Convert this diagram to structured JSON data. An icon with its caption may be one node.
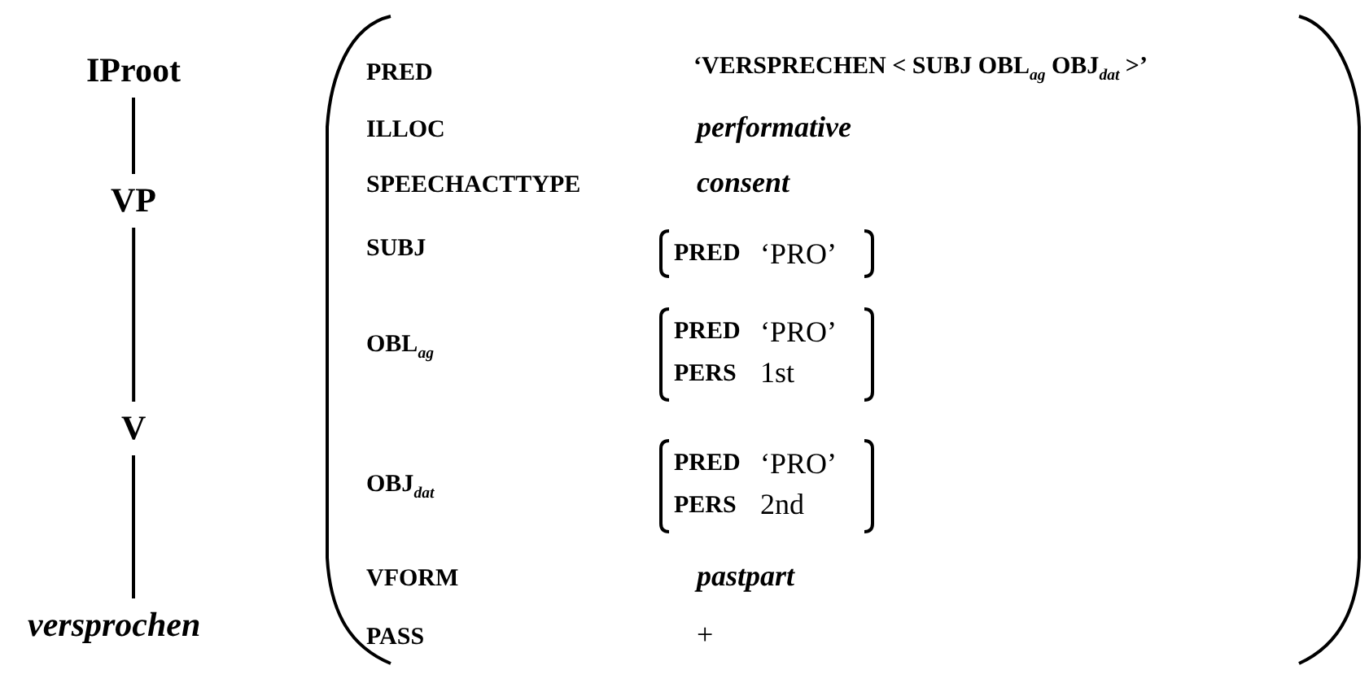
{
  "diagram": {
    "nodes": [
      {
        "text": [
          "IProot"
        ]
      },
      {
        "text": [
          "VP"
        ]
      },
      {
        "text": [
          "V"
        ]
      },
      {
        "text": [
          "versprochen"
        ]
      },
      {
        "text": [
          "PRED",
          "‘VERSPRECHEN < SUBJ OBL$_{ag}$ OBJ$_{dat}$ >’",
          "ILLOC",
          "performative",
          "SPEECHACTTYPE",
          "consent",
          "SUBJ",
          "OBL$_{ag}$",
          "OBJ$_{dat}$",
          "VFORM",
          "pastpart",
          "PASS",
          "+"
        ]
      },
      {
        "text": [
          "PRED",
          "‘PRO’"
        ],
        "in": 4
      },
      {
        "text": [
          "PRED",
          "‘PRO’",
          "PERS",
          "1st"
        ],
        "in": 4
      },
      {
        "text": [
          "PRED",
          "‘PRO’",
          "PERS",
          "2nd"
        ],
        "in": 4
      }
    ],
    "edges": [
      {
        "from": 0,
        "to": 1,
        "arrow": "none"
      },
      {
        "from": 1,
        "to": 2,
        "arrow": "none"
      },
      {
        "from": 2,
        "to": 3,
        "arrow": "none"
      }
    ]
  }
}
